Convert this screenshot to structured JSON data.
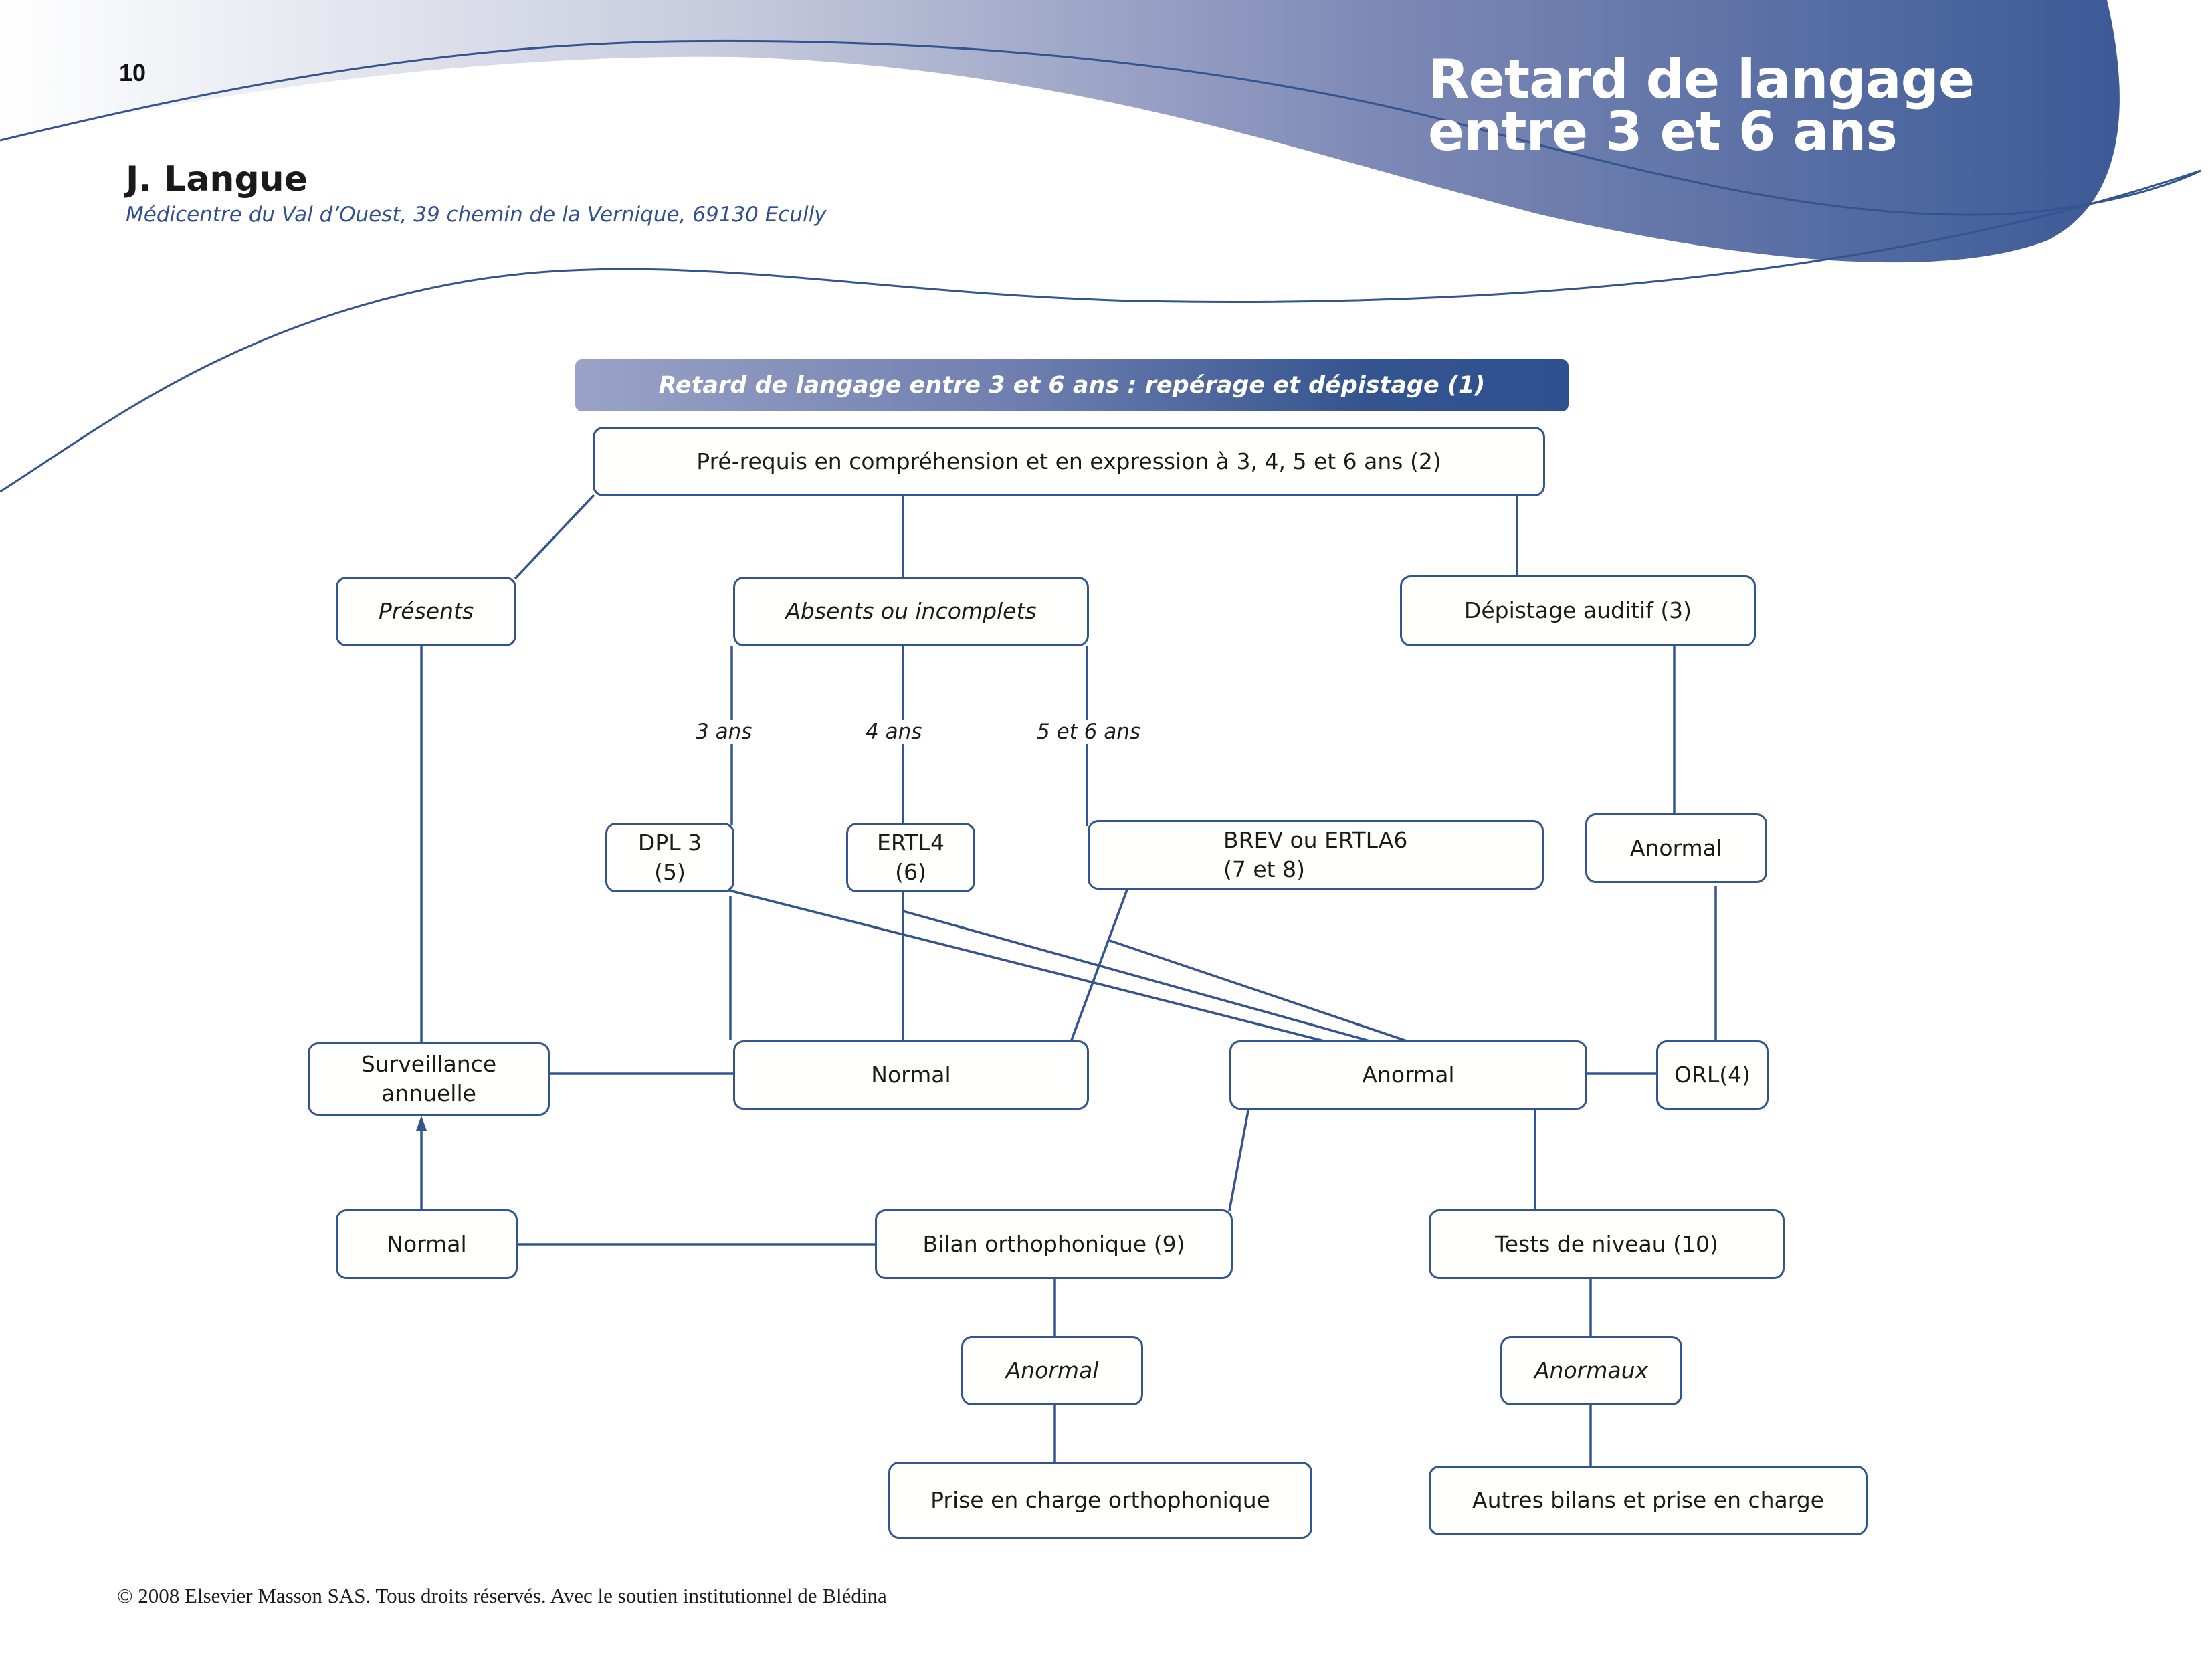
{
  "header": {
    "page_number": "10",
    "title_line1": "Retard de langage",
    "title_line2": "entre 3 et 6 ans",
    "author": "J. Langue",
    "affiliation": "Médicentre du Val d’Ouest, 39 chemin de la Vernique, 69130 Ecully"
  },
  "colors": {
    "accent": "#33548f",
    "banner_start": "#9aa3c6",
    "banner_end": "#2f5190",
    "affiliation_text": "#2f4f8f"
  },
  "diagram": {
    "banner": "Retard de langage entre 3 et 6 ans : repérage et dépistage (1)",
    "nodes": {
      "prerequis": "Pré-requis en compréhension et en expression à 3, 4, 5 et 6 ans (2)",
      "presents": "Présents",
      "absents": "Absents ou incomplets",
      "depistage_auditif": "Dépistage auditif (3)",
      "dpl3": "DPL 3\n(5)",
      "ertl4": "ERTL4\n(6)",
      "brev": "BREV ou ERTLA6\n(7 et 8)",
      "anormal_auditif": "Anormal",
      "surveillance": "Surveillance\nannuelle",
      "normal_mid": "Normal",
      "anormal_mid": "Anormal",
      "orl": "ORL(4)",
      "normal_bottom": "Normal",
      "bilan": "Bilan orthophonique (9)",
      "tests_niveau": "Tests de niveau (10)",
      "anormal_bilan": "Anormal",
      "anormaux_tests": "Anormaux",
      "prise_en_charge": "Prise en charge orthophonique",
      "autres_bilans": "Autres bilans et prise en charge"
    },
    "edge_labels": {
      "age3": "3 ans",
      "age4": "4 ans",
      "age56": "5 et 6 ans"
    }
  },
  "footer": "© 2008 Elsevier Masson SAS. Tous droits réservés. Avec le soutien institutionnel de Blédina"
}
